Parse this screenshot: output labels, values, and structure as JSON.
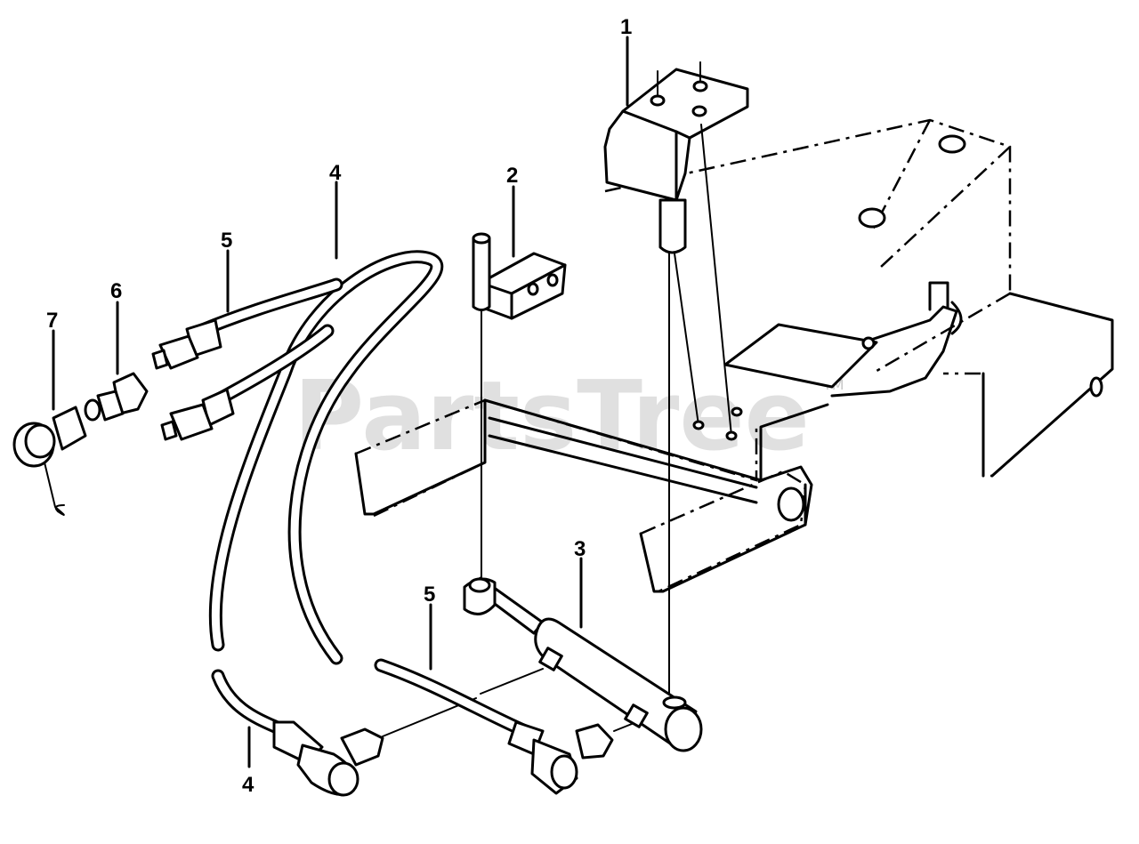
{
  "diagram": {
    "callouts": [
      {
        "id": "1",
        "text": "1"
      },
      {
        "id": "2",
        "text": "2"
      },
      {
        "id": "3",
        "text": "3"
      },
      {
        "id": "4a",
        "text": "4"
      },
      {
        "id": "4b",
        "text": "4"
      },
      {
        "id": "5a",
        "text": "5"
      },
      {
        "id": "5b",
        "text": "5"
      },
      {
        "id": "6",
        "text": "6"
      },
      {
        "id": "7",
        "text": "7"
      }
    ],
    "watermark": {
      "text": "PartsTree",
      "trademark": "TM"
    }
  }
}
